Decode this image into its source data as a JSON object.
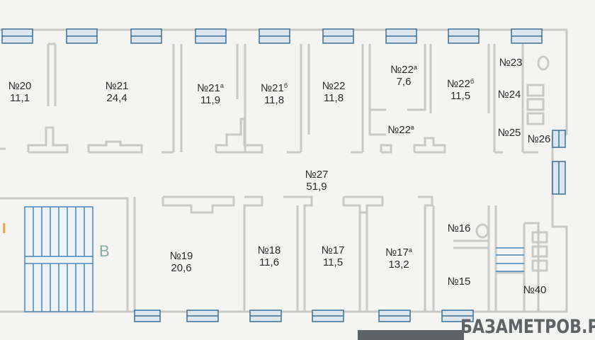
{
  "plan": {
    "marker": "I",
    "stair_letter": "В",
    "watermark": "БАЗАМЕТРОВ.РУ",
    "colors": {
      "wall": "#c9c9c6",
      "window": "#3c6f95",
      "window_fill": "#dbe6ef",
      "stair": "#4a86b8",
      "marker": "#e8a23a",
      "background": "#f4f4f2"
    },
    "rooms": [
      {
        "id": "20",
        "number": "№20",
        "sup": "",
        "area": "11,1"
      },
      {
        "id": "21",
        "number": "№21",
        "sup": "",
        "area": "24,4"
      },
      {
        "id": "21a",
        "number": "№21",
        "sup": "а",
        "area": "11,9"
      },
      {
        "id": "21b",
        "number": "№21",
        "sup": "б",
        "area": "11,8"
      },
      {
        "id": "22",
        "number": "№22",
        "sup": "",
        "area": "11,8"
      },
      {
        "id": "22a",
        "number": "№22",
        "sup": "а",
        "area": "7,6"
      },
      {
        "id": "22b",
        "number": "№22",
        "sup": "б",
        "area": "11,5"
      },
      {
        "id": "22v",
        "number": "№22",
        "sup": "в",
        "area": ""
      },
      {
        "id": "23",
        "number": "№23",
        "sup": "",
        "area": ""
      },
      {
        "id": "24",
        "number": "№24",
        "sup": "",
        "area": ""
      },
      {
        "id": "25",
        "number": "№25",
        "sup": "",
        "area": ""
      },
      {
        "id": "26",
        "number": "№26",
        "sup": "",
        "area": ""
      },
      {
        "id": "27",
        "number": "№27",
        "sup": "",
        "area": "51,9"
      },
      {
        "id": "19",
        "number": "№19",
        "sup": "",
        "area": "20,6"
      },
      {
        "id": "18",
        "number": "№18",
        "sup": "",
        "area": "11,6"
      },
      {
        "id": "17",
        "number": "№17",
        "sup": "",
        "area": "11,5"
      },
      {
        "id": "17a",
        "number": "№17",
        "sup": "а",
        "area": "13,2"
      },
      {
        "id": "16",
        "number": "№16",
        "sup": "",
        "area": ""
      },
      {
        "id": "15",
        "number": "№15",
        "sup": "",
        "area": ""
      },
      {
        "id": "40",
        "number": "№40",
        "sup": "",
        "area": ""
      }
    ]
  }
}
